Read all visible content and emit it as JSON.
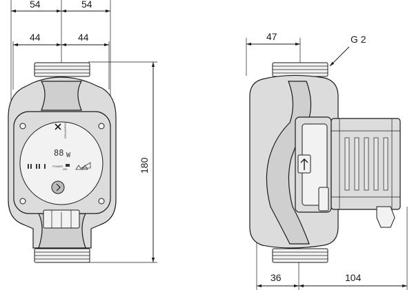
{
  "front_view": {
    "dim_left_outer": "54",
    "dim_right_outer": "54",
    "dim_left_inner": "44",
    "dim_right_inner": "44",
    "dim_height": "180",
    "brand_text": "GRUNDFOS",
    "display_value": "88",
    "display_unit": "W",
    "power_label": "POWER",
    "power_on_label": "ON"
  },
  "side_view": {
    "dim_top": "47",
    "thread_label": "G 2",
    "dim_bottom_left": "36",
    "dim_bottom_right": "104"
  },
  "colors": {
    "line": "#1a1a1a",
    "body": "#dcdcdc",
    "background": "#ffffff"
  }
}
